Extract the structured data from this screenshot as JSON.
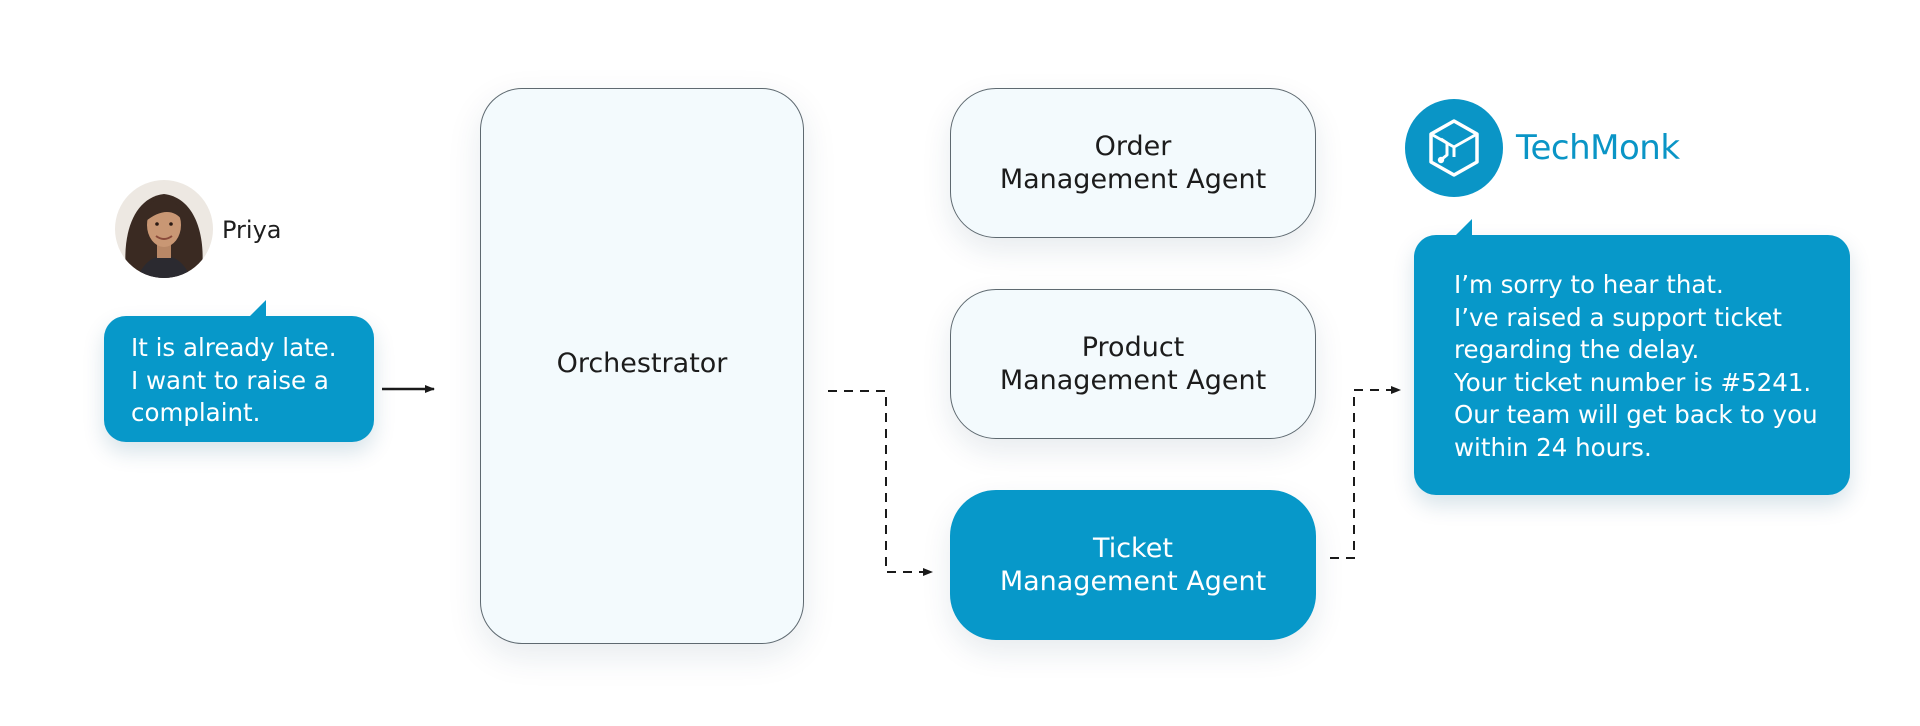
{
  "user": {
    "name": "Priya",
    "message_lines": [
      "It is already late.",
      "I want to raise a",
      "complaint."
    ]
  },
  "orchestrator": {
    "label": "Orchestrator"
  },
  "agents": [
    {
      "lines": [
        "Order",
        "Management Agent"
      ],
      "active": false
    },
    {
      "lines": [
        "Product",
        "Management Agent"
      ],
      "active": false
    },
    {
      "lines": [
        "Ticket",
        "Management Agent"
      ],
      "active": true
    }
  ],
  "brand": {
    "name": "TechMonk",
    "logo_icon": "hexagon-circuit-icon"
  },
  "reply": {
    "message_lines": [
      "I’m sorry to hear that.",
      "I’ve raised a support ticket",
      "regarding the delay.",
      "Your ticket number is #5241.",
      "Our team will get back to you",
      "within 24 hours."
    ]
  },
  "colors": {
    "accent": "#0798c9",
    "node_fill": "#f3fafd",
    "node_border": "#5e6970",
    "text_dark": "#1c1c1c"
  }
}
